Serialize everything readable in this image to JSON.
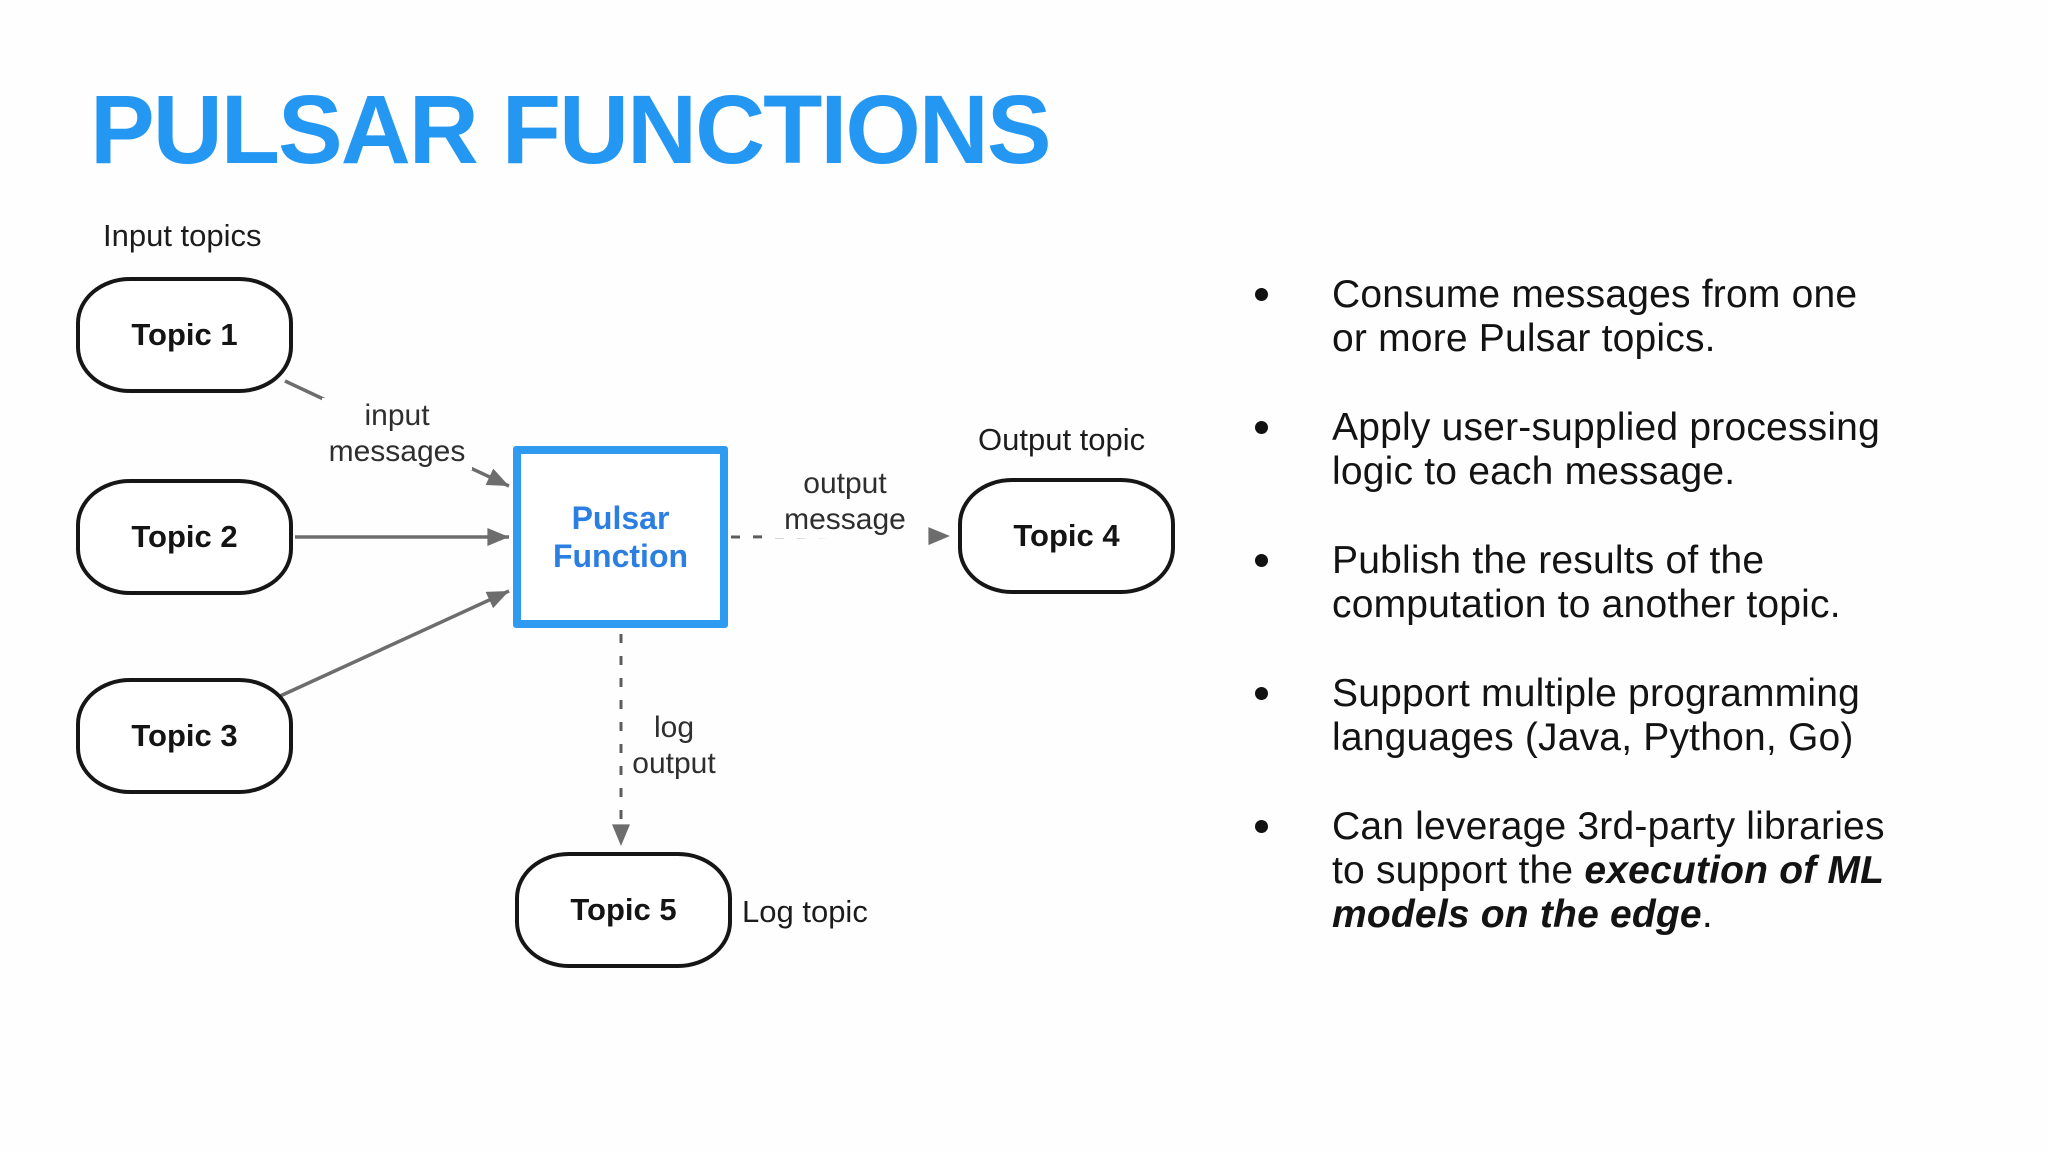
{
  "slide": {
    "title": "PULSAR FUNCTIONS"
  },
  "colors": {
    "accent": "#2E9BF0",
    "title_blue": "#2497F3",
    "function_text_blue": "#2B7EE2",
    "node_border": "#161616",
    "arrow_gray": "#6d6d6d",
    "dash_gray": "#5d5d5d",
    "text_ink": "#141414",
    "background": "#fefefe"
  },
  "diagram": {
    "group_labels": {
      "input": "Input topics",
      "output": "Output topic",
      "log": "Log topic"
    },
    "nodes": {
      "topic1": "Topic 1",
      "topic2": "Topic 2",
      "topic3": "Topic 3",
      "topic4": "Topic 4",
      "topic5": "Topic 5",
      "function": "Pulsar\nFunction"
    },
    "edge_labels": {
      "input": "input\nmessages",
      "output": "output\nmessage",
      "log": "log\noutput"
    }
  },
  "bullets": [
    {
      "lines": [
        [
          {
            "t": "Consume messages from one",
            "s": "n"
          }
        ],
        [
          {
            "t": "or more Pulsar topics.",
            "s": "n"
          }
        ]
      ]
    },
    {
      "lines": [
        [
          {
            "t": "Apply user-supplied processing",
            "s": "n"
          }
        ],
        [
          {
            "t": "logic to each message.",
            "s": "n"
          }
        ]
      ]
    },
    {
      "lines": [
        [
          {
            "t": "Publish the results of the",
            "s": "n"
          }
        ],
        [
          {
            "t": "computation to another topic.",
            "s": "n"
          }
        ]
      ]
    },
    {
      "lines": [
        [
          {
            "t": "Support multiple programming",
            "s": "n"
          }
        ],
        [
          {
            "t": "languages (Java, Python, Go)",
            "s": "n"
          }
        ]
      ]
    },
    {
      "lines": [
        [
          {
            "t": "Can leverage 3rd-party libraries",
            "s": "n"
          }
        ],
        [
          {
            "t": "to support the ",
            "s": "n"
          },
          {
            "t": "execution of ML",
            "s": "bi"
          }
        ],
        [
          {
            "t": "models on the edge",
            "s": "bi"
          },
          {
            "t": ".",
            "s": "n"
          }
        ]
      ]
    }
  ]
}
